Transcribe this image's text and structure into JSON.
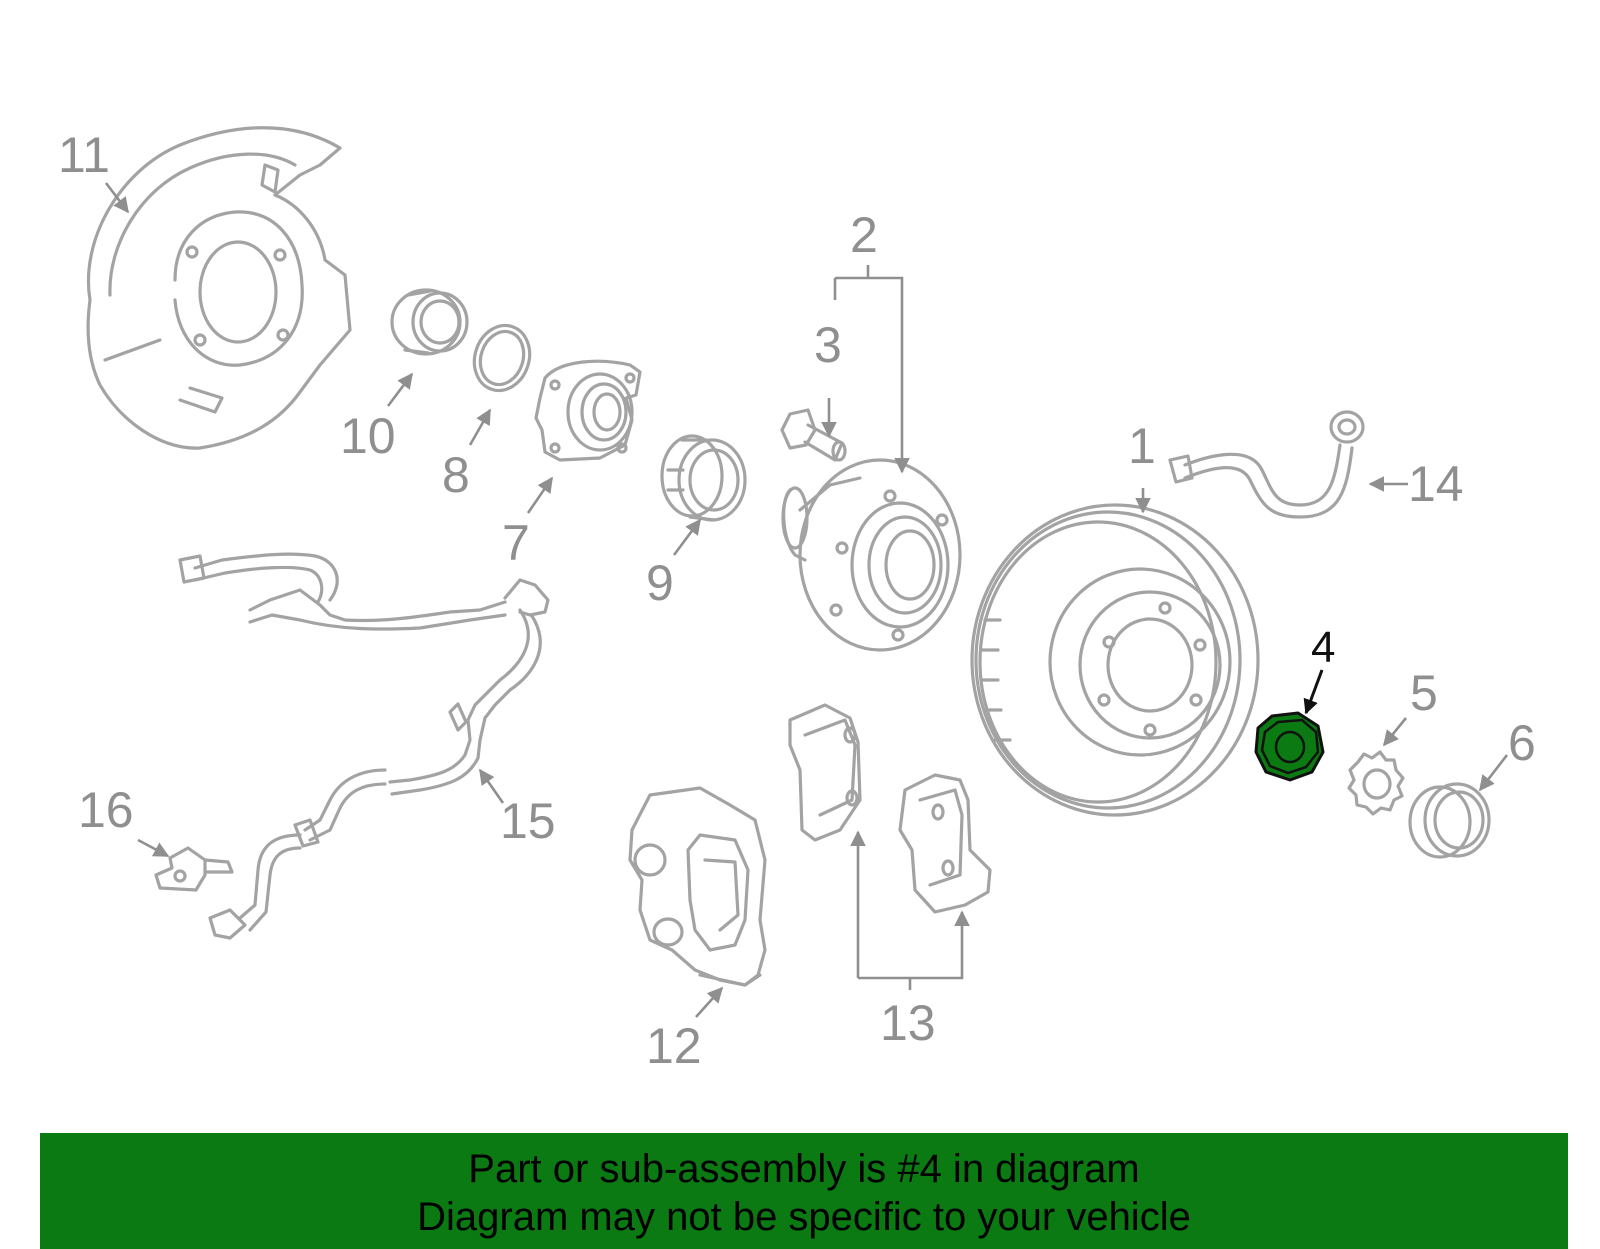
{
  "diagram": {
    "highlight_color": "#0b7a12",
    "callouts": {
      "c1": "1",
      "c2": "2",
      "c3": "3",
      "c4": "4",
      "c5": "5",
      "c6": "6",
      "c7": "7",
      "c8": "8",
      "c9": "9",
      "c10": "10",
      "c11": "11",
      "c12": "12",
      "c13": "13",
      "c14": "14",
      "c15": "15",
      "c16": "16"
    },
    "highlighted_callout": "4"
  },
  "banner": {
    "background": "#0b7a12",
    "line1": "Part or sub-assembly is #4 in diagram",
    "line2": "Diagram may not be specific to your vehicle"
  }
}
